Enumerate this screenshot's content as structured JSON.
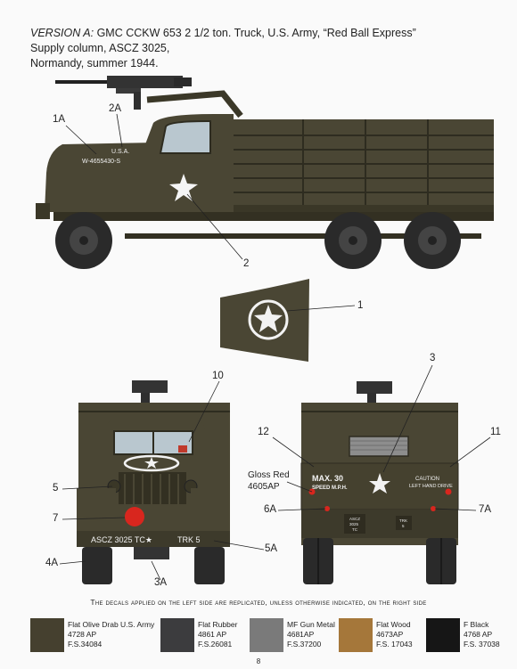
{
  "header": {
    "version_label": "VERSION A:",
    "line1_rest": " GMC CCKW 653 2 1/2 ton. Truck, U.S. Army, “Red Ball Express”",
    "line2": "Supply column, ASCZ 3025,",
    "line3": "Normandy, summer 1944."
  },
  "callouts": {
    "c1A": "1A",
    "c2A": "2A",
    "c2": "2",
    "c1": "1",
    "c10": "10",
    "c3": "3",
    "c12": "12",
    "c11": "11",
    "c5": "5",
    "c7": "7",
    "c4A": "4A",
    "c3A": "3A",
    "c5A": "5A",
    "c6A": "6A",
    "c7A": "7A"
  },
  "truck_markings": {
    "usa": "U.S.A.",
    "serial": "W-4655430-S",
    "front_bumper_left": "ASCZ 3025 TC★",
    "front_bumper_right": "TRK 5",
    "max": "MAX. 30",
    "speed": "SPEED M.P.H.",
    "caution": "CAUTION",
    "left_hand_drive": "LEFT HAND DRIVE",
    "rear_plate1": "ASCZ",
    "rear_plate2": "3025",
    "rear_plate3": "TC",
    "rear_plate4": "TRK",
    "rear_plate5": "5"
  },
  "gloss": {
    "name": "Gloss Red",
    "code": "4605AP"
  },
  "footnote": "The decals applied on the left side are replicated, unless otherwise indicated, on the right side",
  "swatches": [
    {
      "name": "Flat Olive Drab U.S. Army",
      "code": "4728 AP",
      "fs": "F.S.34084",
      "color": "#45402f"
    },
    {
      "name": "Flat Rubber",
      "code": "4861 AP",
      "fs": "F.S.26081",
      "color": "#3c3c3e"
    },
    {
      "name": "MF Gun Metal",
      "code": "4681AP",
      "fs": "F.S.37200",
      "color": "#7a7a7a"
    },
    {
      "name": "Flat Wood",
      "code": "4673AP",
      "fs": "F.S. 17043",
      "color": "#a5773a"
    },
    {
      "name": "F Black",
      "code": "4768 AP",
      "fs": "F.S. 37038",
      "color": "#161616"
    }
  ],
  "page_number": "8",
  "colors": {
    "olive": "#4a4634",
    "olive_dark": "#333022",
    "rubber": "#2e2e2e",
    "red": "#d8261e"
  }
}
